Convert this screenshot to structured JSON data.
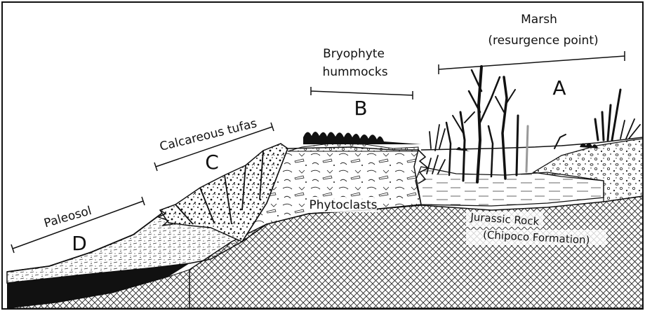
{
  "labels": {
    "marsh_line1": "Marsh",
    "marsh_line2": "(resurgence point)",
    "zone_a": "A",
    "bryophyte_line1": "Bryophyte",
    "bryophyte_line2": "hummocks",
    "zone_b": "B",
    "calcareous": "Calcareous tufas",
    "zone_c": "C",
    "paleosol": "Paleosol",
    "zone_d": "D",
    "phytoclasts": "Phytoclasts",
    "jurassic_line1": "Jurassic Rock",
    "jurassic_line2": "(Chipoco Formation)"
  },
  "colors": {
    "ink": "#111111",
    "background": "#ffffff"
  }
}
